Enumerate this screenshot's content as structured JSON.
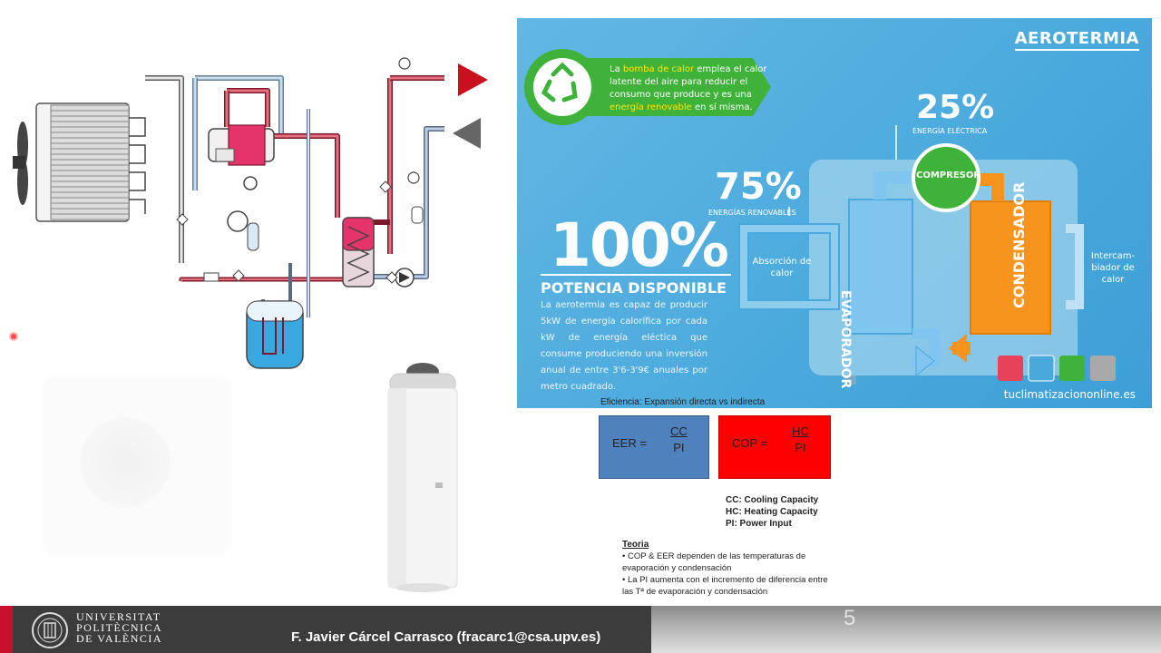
{
  "infographic": {
    "title": "AEROTERMIA",
    "banner_parts": [
      {
        "text": "La ",
        "hl": false
      },
      {
        "text": "bomba de calor",
        "hl": true
      },
      {
        "text": " emplea el calor latente del aire para reducir el consumo que produce y es una ",
        "hl": false
      },
      {
        "text": "energía renovable",
        "hl": true
      },
      {
        "text": " en sí misma.",
        "hl": false
      }
    ],
    "pct25": "25%",
    "label25": "ENERGÍA ELÉCTRICA",
    "pct75": "75%",
    "label75": "ENERGÍAS RENOVABLES",
    "pct100": "100%",
    "label100": "POTENCIA DISPONIBLE",
    "description100": "La aerotermia es capaz de producir 5kW de energía calorífica por cada kW de energía eléctica que consume produciendo una inversión anual de entre 3'6-3'9€ anuales por metro cuadrado.",
    "absorcion": "Absorción de calor",
    "intercambiador": "Intercam- biador de calor",
    "compresor": "COMPRESOR",
    "evaporador": "EVAPORADOR",
    "condensador": "CONDENSADOR",
    "source": "tuclimatizaciononline.es",
    "icons": [
      "thermometer-icon",
      "snowflake-icon",
      "fan-icon",
      "piggy-bank-icon"
    ],
    "colors": {
      "background": "#4aa9dc",
      "green": "#3fb23a",
      "orange": "#f7941d",
      "highlight": "#ffe600"
    }
  },
  "efficiency": {
    "title": "Eficiencia: Expansión directa vs indirecta",
    "eer_label": "EER =",
    "eer_num": "CC",
    "eer_den": "PI",
    "cop_label": "COP =",
    "cop_num": "HC",
    "cop_den": "PI",
    "eer_color": "#4f81bd",
    "cop_color": "#ff0000"
  },
  "legend": {
    "cc": "CC: Cooling Capacity",
    "hc": "HC: Heating Capacity",
    "pi": "PI: Power Input"
  },
  "teoria": {
    "title": "Teoria",
    "bullet1": "• COP & EER dependen de las temperaturas de evaporación y condensación",
    "bullet2": "• La PI aumenta con el incremento de diferencia entre las Tª de evaporación y condensación"
  },
  "footer": {
    "university_line1": "UNIVERSITAT",
    "university_line2": "POLITÈCNICA",
    "university_line3": "DE VALÈNCIA",
    "author": "F. Javier Cárcel Carrasco (fracarc1@csa.upv.es)",
    "page": "5",
    "accent_color": "#c8102e"
  }
}
